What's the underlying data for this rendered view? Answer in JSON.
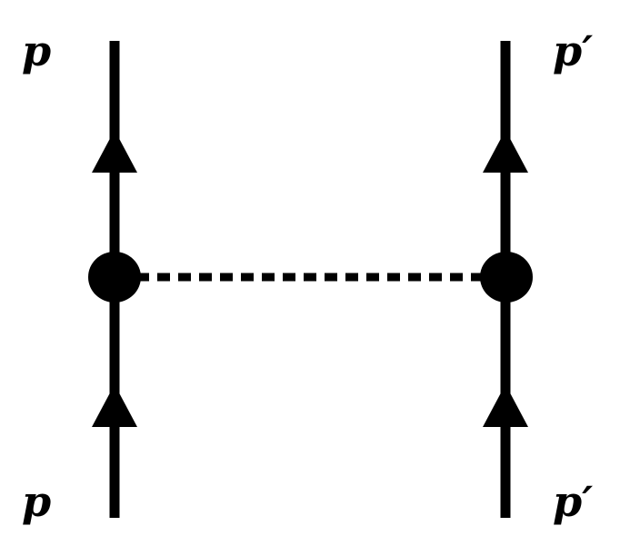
{
  "diagram": {
    "labels": {
      "top_left": "p",
      "top_right": "p′",
      "bottom_left": "p",
      "bottom_right": "p′"
    },
    "line_color": "#000000",
    "background": "#ffffff"
  }
}
